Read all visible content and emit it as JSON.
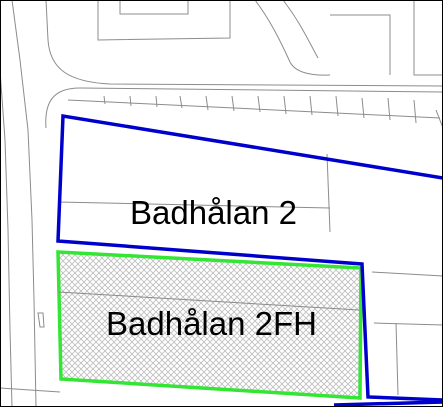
{
  "map": {
    "parcels": [
      {
        "label": "Badhålan 2",
        "outline_color": "#0000cc"
      },
      {
        "label": "Badhålan 2FH",
        "outline_color": "#33e633",
        "fill_pattern": "crosshatch",
        "fill_color": "#bdbdbd"
      }
    ],
    "colors": {
      "background": "#ffffff",
      "base_lines": "#8c8c8c",
      "frame": "#000000"
    }
  }
}
